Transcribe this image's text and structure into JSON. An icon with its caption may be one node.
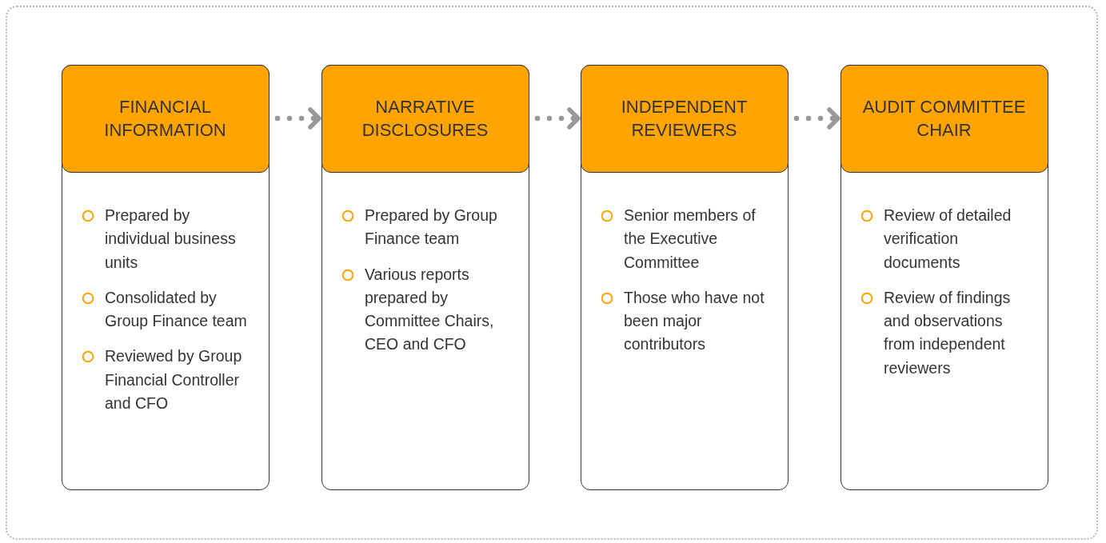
{
  "diagram": {
    "nodes": [
      {
        "text": [
          "FINANCIAL INFORMATION",
          "Prepared by individual business units",
          "Consolidated by Group Finance team",
          "Reviewed by Group Financial Controller and CFO"
        ]
      },
      {
        "text": [
          "NARRATIVE DISCLOSURES",
          "Prepared by Group Finance team",
          "Various reports prepared by Committee Chairs, CEO and CFO"
        ]
      },
      {
        "text": [
          "INDEPENDENT REVIEWERS",
          "Senior members of the Executive Committee",
          "Those who have not been major contributors"
        ]
      },
      {
        "text": [
          "AUDIT COMMITTEE CHAIR",
          "Review of detailed verification documents",
          "Review of findings and observations from independent reviewers"
        ]
      }
    ],
    "edges": [
      {
        "from": 0,
        "to": 1,
        "arrow": "to",
        "style": "dashed"
      },
      {
        "from": 1,
        "to": 2,
        "arrow": "to",
        "style": "dashed"
      },
      {
        "from": 2,
        "to": 3,
        "arrow": "to",
        "style": "dashed"
      }
    ]
  }
}
